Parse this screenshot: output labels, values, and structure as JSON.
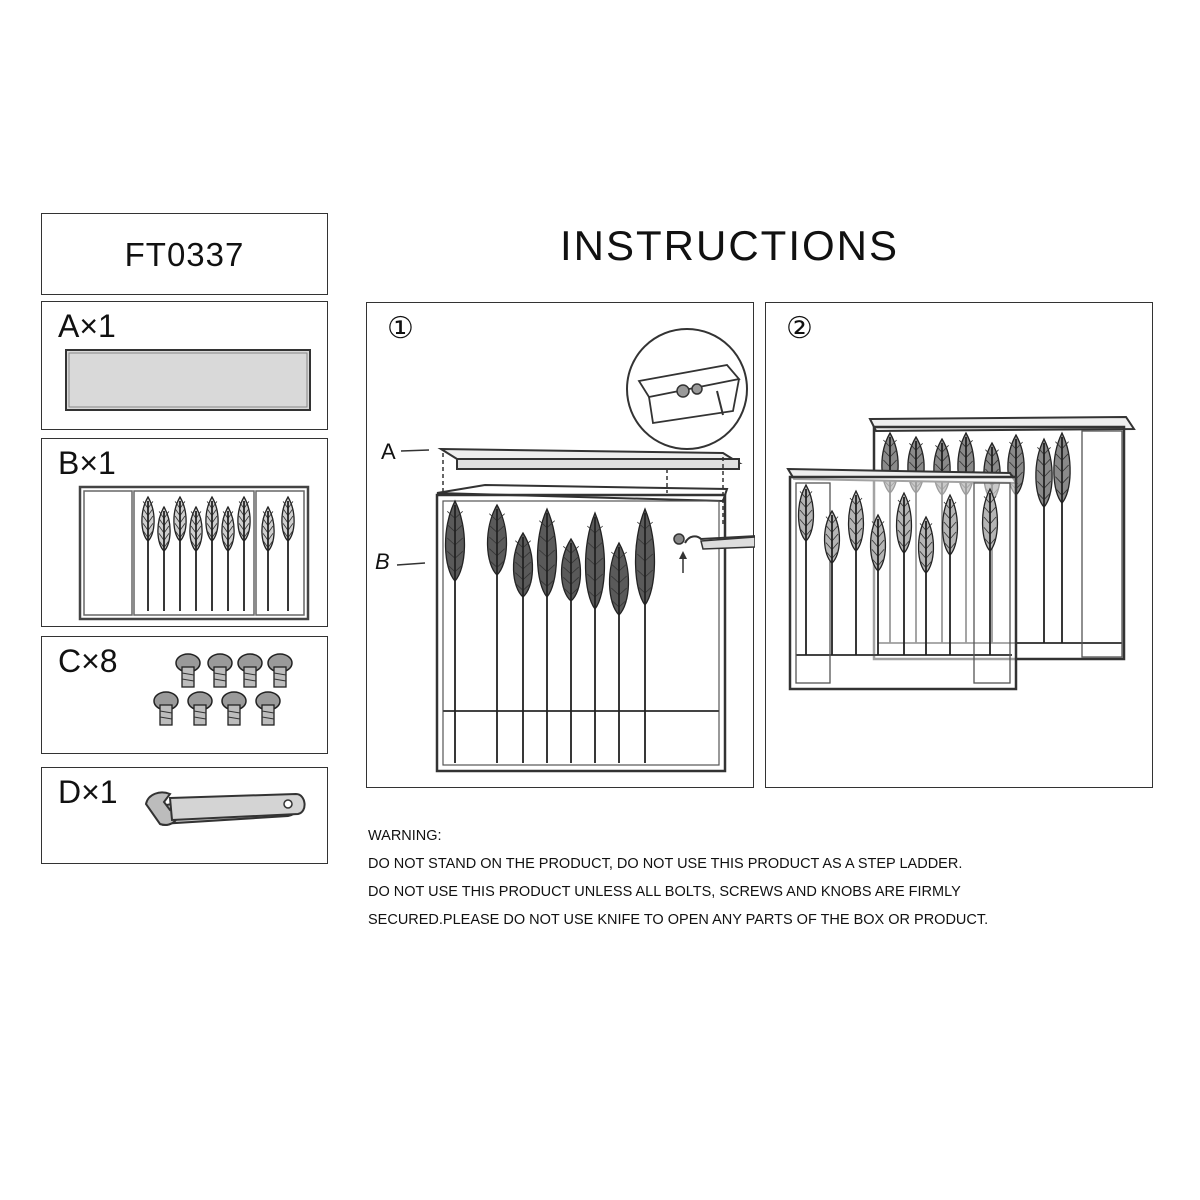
{
  "model": "FT0337",
  "title": "INSTRUCTIONS",
  "parts": [
    {
      "id": "A",
      "label": "A×1"
    },
    {
      "id": "B",
      "label": "B×1"
    },
    {
      "id": "C",
      "label": "C×8"
    },
    {
      "id": "D",
      "label": "D×1"
    }
  ],
  "steps": [
    {
      "number": "①",
      "callouts": {
        "a": "A",
        "b": "B"
      }
    },
    {
      "number": "②"
    }
  ],
  "warning": {
    "heading": "WARNING:",
    "lines": [
      "DO NOT STAND ON THE PRODUCT, DO NOT USE THIS PRODUCT AS A STEP LADDER.",
      "DO NOT USE THIS PRODUCT UNLESS ALL BOLTS, SCREWS AND KNOBS ARE FIRMLY",
      "SECURED.PLEASE DO NOT USE KNIFE TO OPEN ANY PARTS OF THE BOX OR PRODUCT."
    ]
  },
  "icons": {
    "part_a": "glass-panel-icon",
    "part_b": "leaf-frame-icon",
    "part_c": "bolt-icon",
    "part_d": "wrench-icon"
  }
}
